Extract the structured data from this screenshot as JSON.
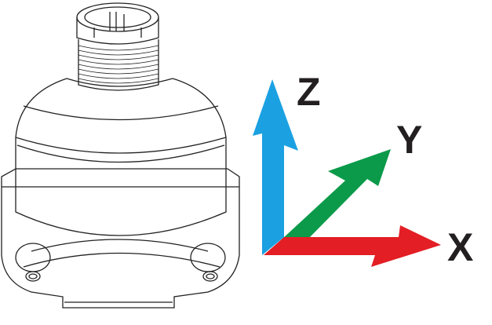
{
  "axes": {
    "z": {
      "label": "Z",
      "color": "#1ba1e2"
    },
    "y": {
      "label": "Y",
      "color": "#0a9a4a"
    },
    "x": {
      "label": "X",
      "color": "#e31e24"
    }
  }
}
